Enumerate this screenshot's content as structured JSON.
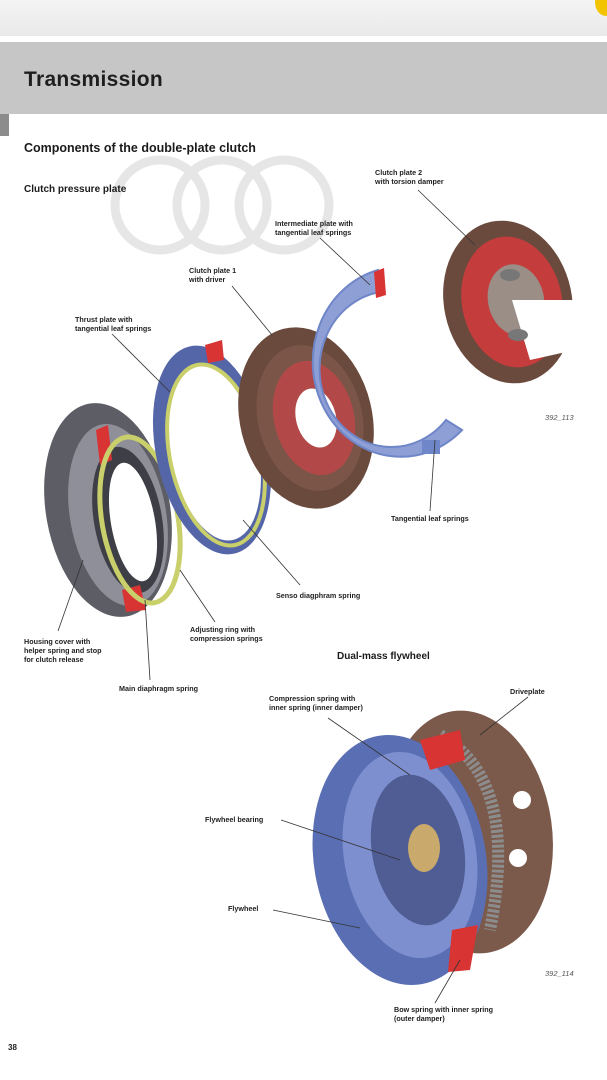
{
  "header": {
    "title": "Transmission"
  },
  "section": {
    "title": "Components of the double-plate clutch",
    "subtitle_clutch": "Clutch pressure plate",
    "subtitle_flywheel": "Dual-mass flywheel"
  },
  "labels": {
    "clutch_plate_2": "Clutch plate 2\nwith torsion damper",
    "intermediate_plate": "Intermediate plate with\ntangential leaf springs",
    "clutch_plate_1": "Clutch plate 1\nwith driver",
    "thrust_plate": "Thrust plate with\ntangential leaf springs",
    "tangential_leaf_springs": "Tangential leaf springs",
    "senso_spring": "Senso diagphram spring",
    "adjusting_ring": "Adjusting ring with\ncompression springs",
    "housing_cover": "Housing cover with\nhelper spring and stop\nfor clutch release",
    "main_diaphragm": "Main diaphragm spring",
    "compression_spring": "Compression spring with\ninner spring (inner damper)",
    "driveplate": "Driveplate",
    "flywheel_bearing": "Flywheel bearing",
    "flywheel": "Flywheel",
    "bow_spring": "Bow spring with inner spring\n(outer damper)"
  },
  "refs": {
    "fig1": "392_113",
    "fig2": "392_114"
  },
  "page_number": "38",
  "colors": {
    "header_band": "#c6c6c6",
    "blue_part": "#6f86c8",
    "friction_brown": "#6b4a3e",
    "red_cut": "#d83434",
    "spring_green": "#c9cf6a"
  }
}
